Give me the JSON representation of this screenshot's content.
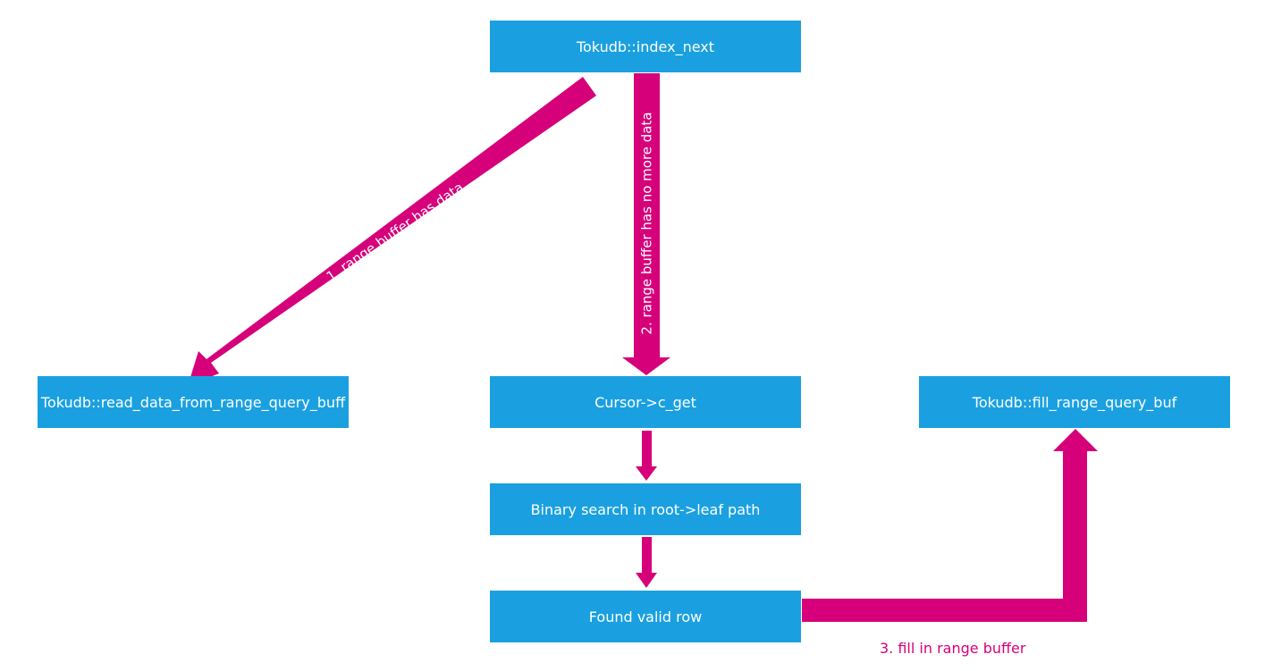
{
  "colors": {
    "node_fill": "#1aa0e0",
    "node_text": "#ffffff",
    "arrow": "#d6007a",
    "arrow_label_on_arrow": "#ffffff",
    "arrow_label_free": "#d6007a",
    "background": "#ffffff"
  },
  "nodes": {
    "index_next": "Tokudb::index_next",
    "read_data": "Tokudb::read_data_from_range_query_buff",
    "c_get": "Cursor->c_get",
    "fill_buf": "Tokudb::fill_range_query_buf",
    "binary_search": "Binary search in root->leaf path",
    "found_row": "Found valid row"
  },
  "edges": {
    "range_has_data": "1. range buffer has data",
    "range_no_more": "2. range buffer has no more data",
    "fill_in_range": "3. fill in range buffer"
  }
}
